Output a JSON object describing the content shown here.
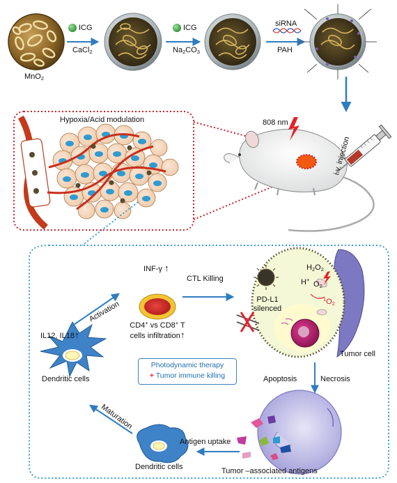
{
  "synthesis": {
    "mno2": "MnO",
    "mno2_sub": "2",
    "step1_reagent": "ICG",
    "step1_salt": "CaCl",
    "step1_salt_sub": "2",
    "step2_reagent": "ICG",
    "step2_salt_a": "Na",
    "step2_salt_a_sub": "2",
    "step2_salt_b": "CO",
    "step2_salt_b_sub": "3",
    "step3_top": "siRNA",
    "step3_bottom": "PAH"
  },
  "treatment": {
    "tumor_title": "Hypoxia/Acid  modulation",
    "laser": "808 nm",
    "injection": "i.v. injection"
  },
  "immune_cycle": {
    "ifn": "INF-γ",
    "activation": "Activation",
    "ctl": "CTL Killing",
    "cd_line1_a": "CD4",
    "cd_line1_sup1": "+",
    "cd_line1_b": " vs CD8",
    "cd_line1_sup2": "+",
    "cd_line1_c": " T",
    "cd_line2": "cells infiltration",
    "pdl1_line1": "PD-L1",
    "pdl1_line2": "silenced",
    "h2o2_a": "H",
    "h2o2_sub1": "2",
    "h2o2_b": "O",
    "h2o2_sub2": "2",
    "hplus_a": "H",
    "hplus_sup": "+",
    "o2_a": "O",
    "o2_sub": "2",
    "singlet_sup": "1",
    "singlet_a": "O",
    "singlet_sub": "2",
    "tumor_cell": "Tumor cell",
    "il": "IL12, IL18",
    "dendritic_top": "Dendritic cells",
    "pdt_line1": "Photodynamic therapy",
    "pdt_plus": "+",
    "pdt_line2": " Tumor immune killing",
    "apoptosis": "Apoptosis",
    "necrosis": "Necrosis",
    "maturation": "Maturation",
    "antigen_uptake": "Antigen uptake",
    "dendritic_bottom": "Dendritic cells",
    "tumor_antigens": "Tumor –associated antigens"
  },
  "colors": {
    "arrow_blue": "#2f7cc0",
    "dotted_red": "#c8202a",
    "dotted_blue": "#3a9bd5",
    "laser_red": "#e3232a"
  }
}
